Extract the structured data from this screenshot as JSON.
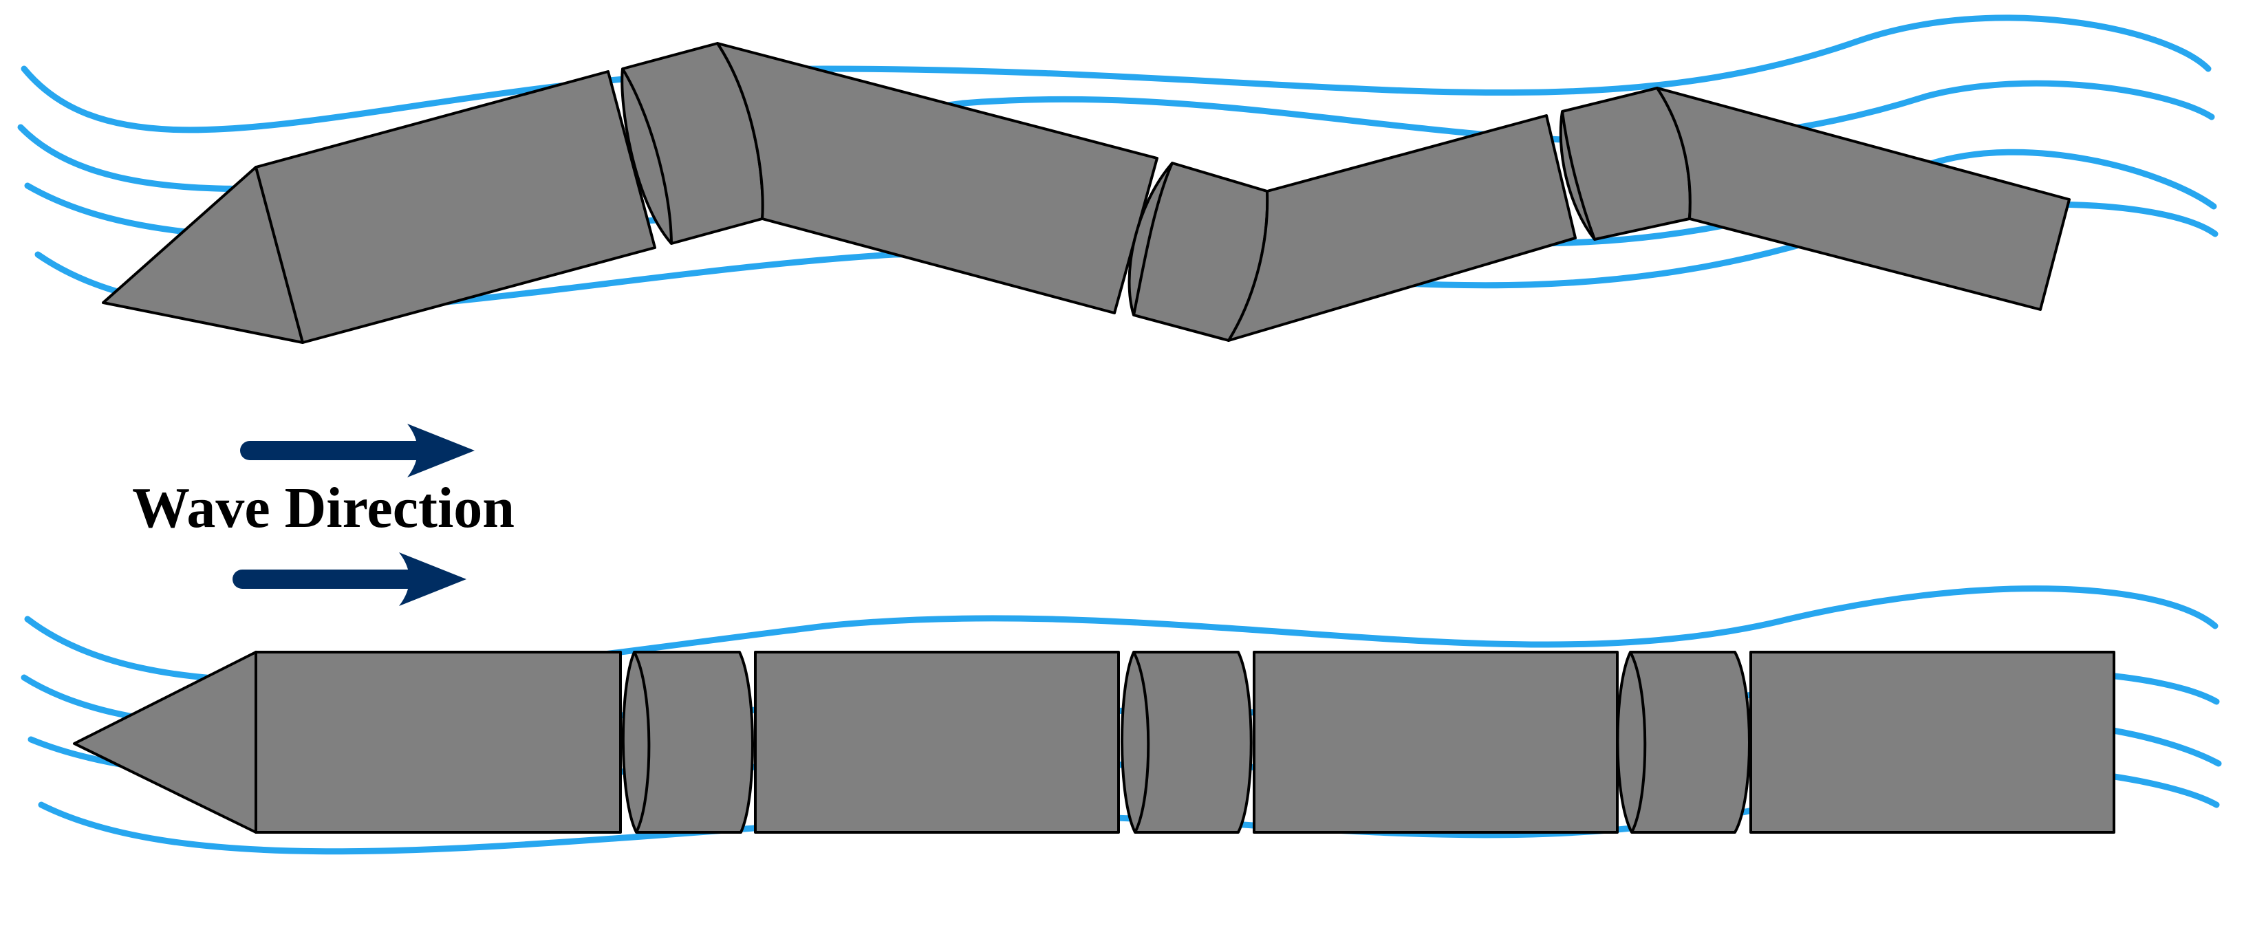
{
  "label": {
    "text": "Wave Direction"
  },
  "colors": {
    "wave": "#27a6ef",
    "segment_fill": "#808080",
    "segment_stroke": "#000000",
    "arrow": "#002d62"
  },
  "top_device": {
    "segment_count": 7,
    "connector_count": 3,
    "state": "articulated"
  },
  "bottom_device": {
    "segment_count": 7,
    "connector_count": 3,
    "state": "straight"
  }
}
